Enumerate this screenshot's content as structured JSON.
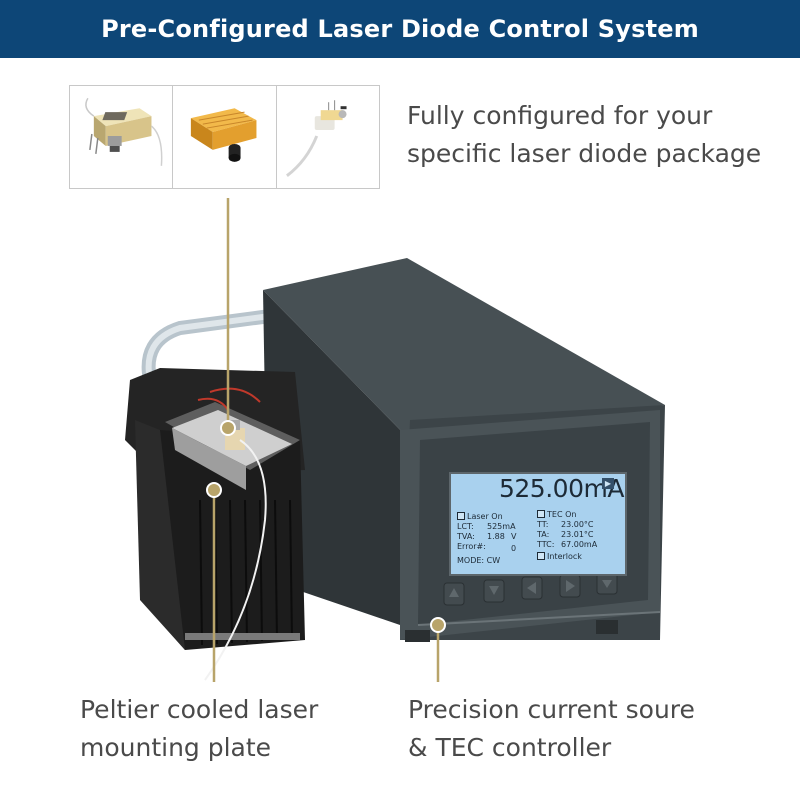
{
  "banner": {
    "title": "Pre-Configured Laser Diode Control System",
    "color": "#0d4677"
  },
  "captions": {
    "top": [
      "Fully configured for your",
      "specific laser diode package"
    ],
    "left": [
      "Peltier cooled laser",
      "mounting plate"
    ],
    "right": [
      "Precision current soure",
      "& TEC controller"
    ]
  },
  "thumbnails": [
    "butterfly-laser-module-with-fc-connector",
    "gold-laser-module-with-black-fiber-boot",
    "to-can-laser-with-fiber-pigtail"
  ],
  "lcd": {
    "main_value": "525.00mA",
    "left": {
      "laser_on": "Laser On",
      "lct_label": "LCT:",
      "lct_value": "525mA",
      "tva_label": "TVA:",
      "tva_value": "1.88",
      "tva_unit": "V",
      "error_label": "Error#:",
      "error_value": "0",
      "mode": "MODE: CW"
    },
    "right": {
      "tec_on": "TEC On",
      "tt_label": "TT:",
      "tt_value": "23.00°C",
      "ta_label": "TA:",
      "ta_value": "23.01°C",
      "ttc_label": "TTC:",
      "ttc_value": "67.00mA",
      "interlock": "Interlock"
    }
  },
  "colors": {
    "callout_line": "#b8a46a",
    "caption_text": "#4a4a4a",
    "lcd_background": "#a9d1ee"
  }
}
